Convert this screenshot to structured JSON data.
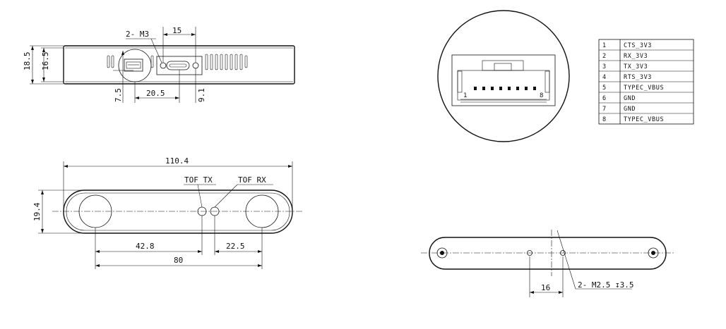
{
  "side_view": {
    "callout_holes": "2- M3",
    "dim_height_outer": "18.5",
    "dim_height_inner": "16.5",
    "dim_hole_spacing": "15",
    "dim_bottom_offset": "7.5",
    "dim_connector_offset": "20.5",
    "dim_hole_offset": "9.1"
  },
  "top_view": {
    "dim_length": "110.4",
    "dim_width": "19.4",
    "label_tof_tx": "TOF TX",
    "label_tof_rx": "TOF RX",
    "dim_left_to_tx": "42.8",
    "dim_rx_to_right": "22.5",
    "dim_lens_spacing": "80"
  },
  "pin_table": {
    "rows": [
      {
        "num": "1",
        "name": "CTS_3V3"
      },
      {
        "num": "2",
        "name": "RX_3V3"
      },
      {
        "num": "3",
        "name": "TX_3V3"
      },
      {
        "num": "4",
        "name": "RTS_3V3"
      },
      {
        "num": "5",
        "name": "TYPEC_VBUS"
      },
      {
        "num": "6",
        "name": "GND"
      },
      {
        "num": "7",
        "name": "GND"
      },
      {
        "num": "8",
        "name": "TYPEC_VBUS"
      }
    ]
  },
  "detail_view": {
    "pin_first": "1",
    "pin_last": "8"
  },
  "bottom_view": {
    "dim_hole_spacing": "16",
    "callout_holes": "2- M2.5 ↧3.5"
  }
}
